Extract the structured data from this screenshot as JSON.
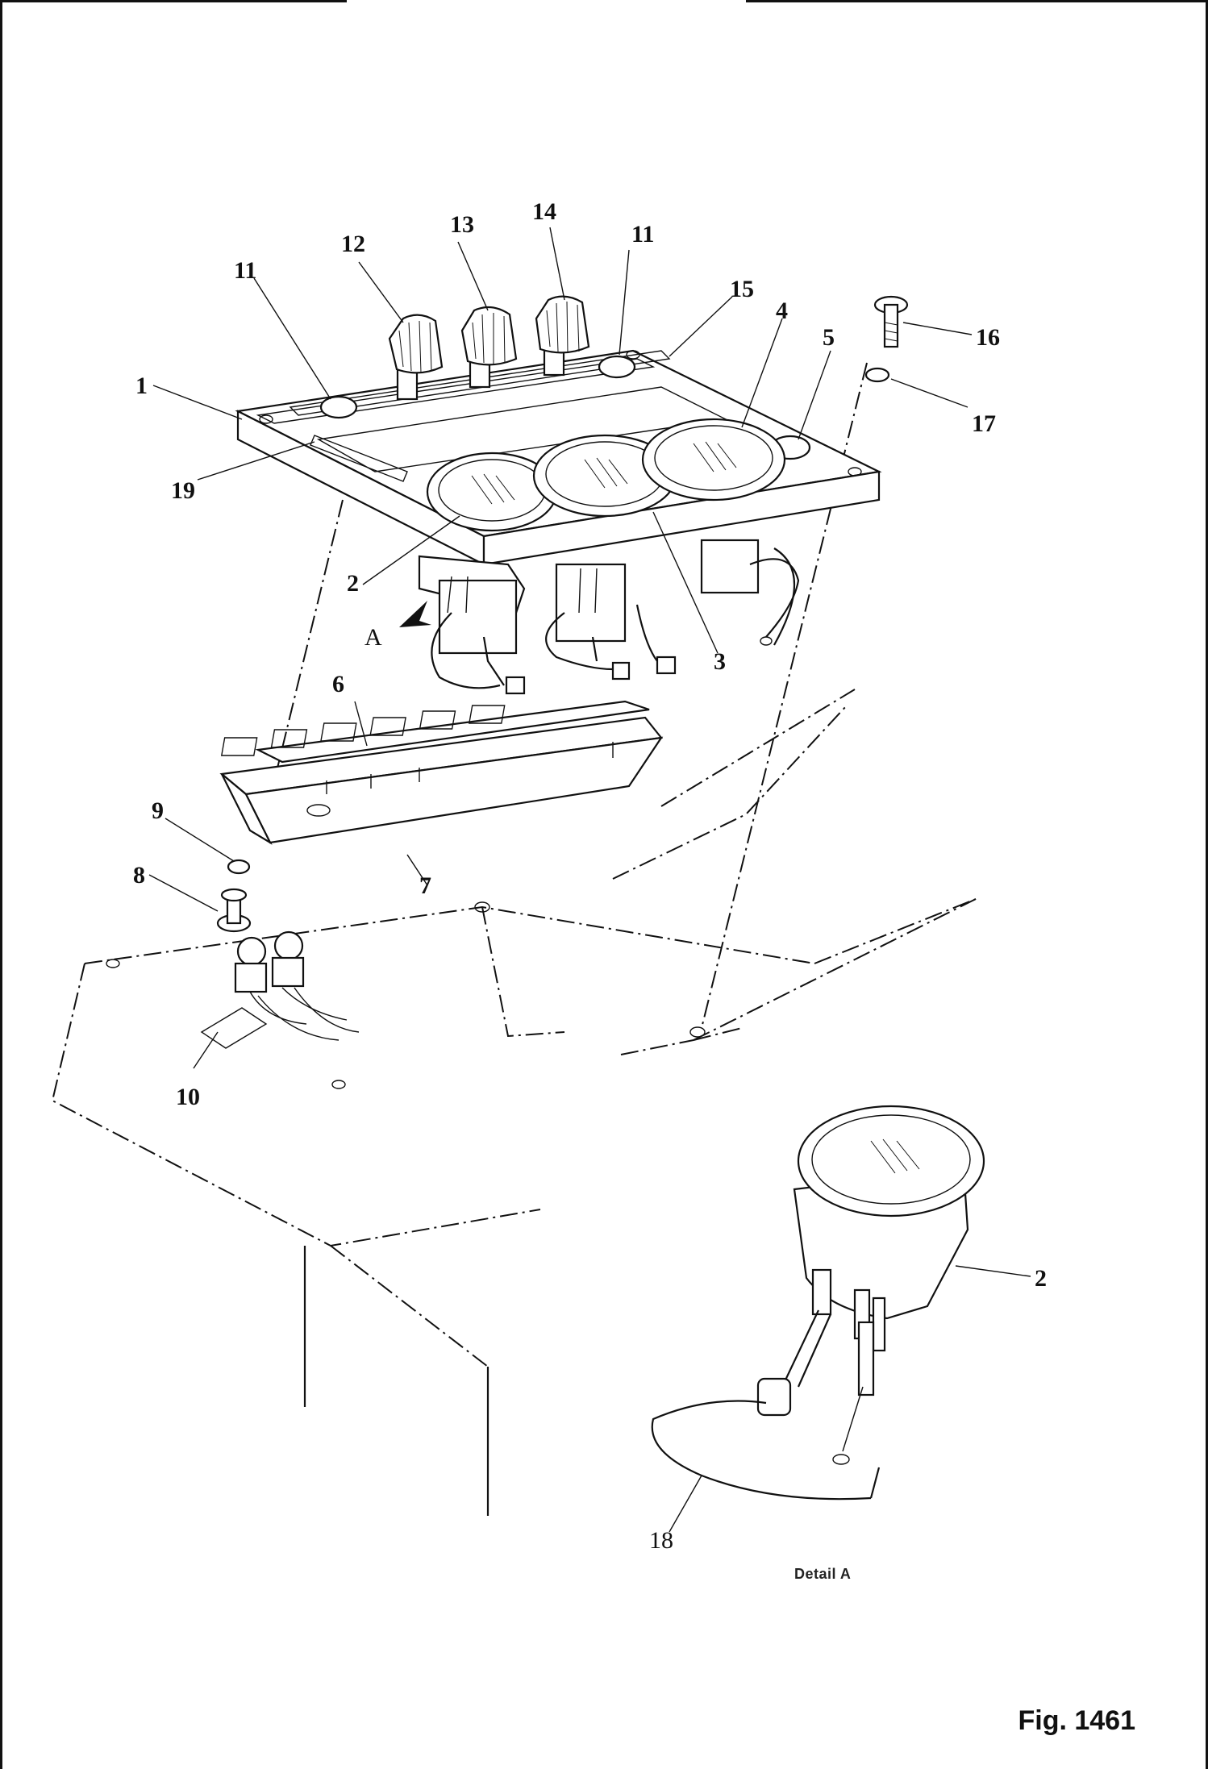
{
  "figure": {
    "fig_label": "Fig. 1461",
    "detail_caption": "Detail A",
    "view_arrow": "A"
  },
  "callouts": {
    "c1": "1",
    "c2": "2",
    "c3": "3",
    "c4": "4",
    "c5": "5",
    "c6": "6",
    "c7": "7",
    "c8": "8",
    "c9": "9",
    "c10": "10",
    "c11a": "11",
    "c11b": "11",
    "c12": "12",
    "c13": "13",
    "c14": "14",
    "c15": "15",
    "c16": "16",
    "c17": "17",
    "c18": "18",
    "c19": "19",
    "c2detail": "2"
  }
}
